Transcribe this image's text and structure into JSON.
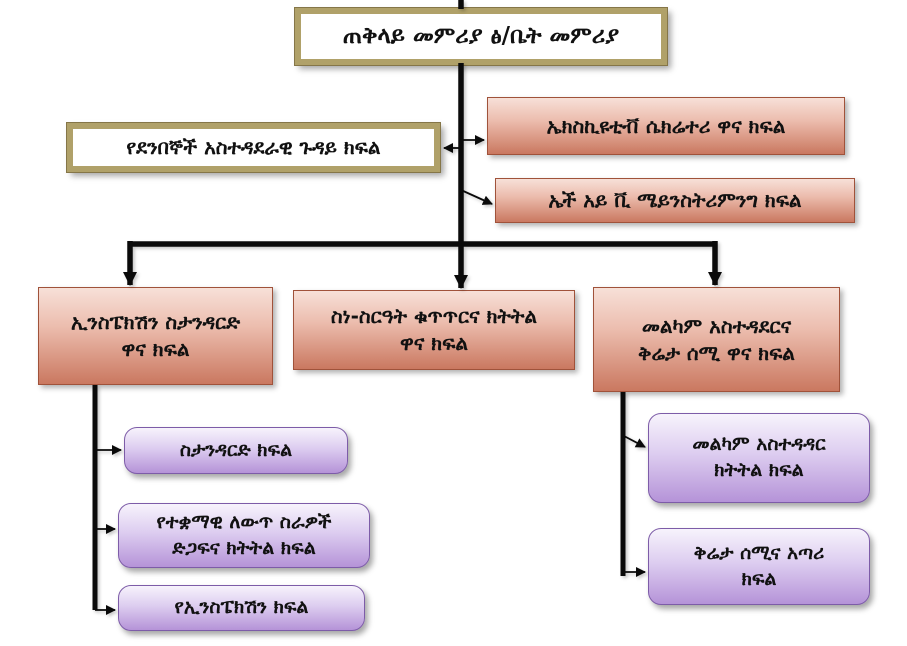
{
  "colors": {
    "tan-border": "#b0a169",
    "tan-border-dark": "#857648",
    "salmon-light": "#f7e0d8",
    "salmon-mid": "#ecbdae",
    "salmon-dark": "#ca7860",
    "salmon-border": "#a0523a",
    "purple-light": "#f7f3fc",
    "purple-mid": "#ddcdf0",
    "purple-dark": "#b593d8",
    "purple-border": "#7d5ca8",
    "line": "#0a0a0a"
  },
  "org_chart": {
    "root": {
      "label": "ጠቅላይ መምሪያ ፅ/ቤት መምሪያ"
    },
    "advisory_left": {
      "label": "የደንበኞች አስተዳደራዊ ጉዳይ ክፍል"
    },
    "advisory_right": {
      "executive_secretary": {
        "label": "ኤክስኪዩቲቭ ሴክሬተሪ ዋና ክፍል"
      },
      "hiv_mainstreaming": {
        "label": "ኤች አይ ቪ ሜይንስትሪምንግ ክፍል"
      }
    },
    "divisions": {
      "inspection_standard": {
        "line1": "ኢንስፔክሽን ስታንዳርድ",
        "line2": "ዋና ክፍል"
      },
      "discipline_control": {
        "line1": "ስነ-ስርዓት ቁጥጥርና ክትትል",
        "line2": "ዋና ክፍል"
      },
      "good_governance": {
        "line1": "መልካም አስተዳደርና",
        "line2": "ቅሬታ ሰሚ ዋና ክፍል"
      }
    },
    "sub_units_left": {
      "standard": {
        "label": "ስታንዳርድ ክፍል"
      },
      "institutional_change": {
        "line1": "የተቋማዊ ለውጥ ስራዎች",
        "line2": "ድጋፍና ክትትል  ክፍል"
      },
      "inspection": {
        "label": "የኢንስፔክሽን  ክፍል"
      }
    },
    "sub_units_right": {
      "gg_monitoring": {
        "line1": "መልካም አስተዳዳር",
        "line2": "ክትትል ክፍል"
      },
      "complaint_hearing": {
        "line1": "ቅሬታ ሰሚና አጣሪ",
        "line2": "ክፍል"
      }
    }
  }
}
